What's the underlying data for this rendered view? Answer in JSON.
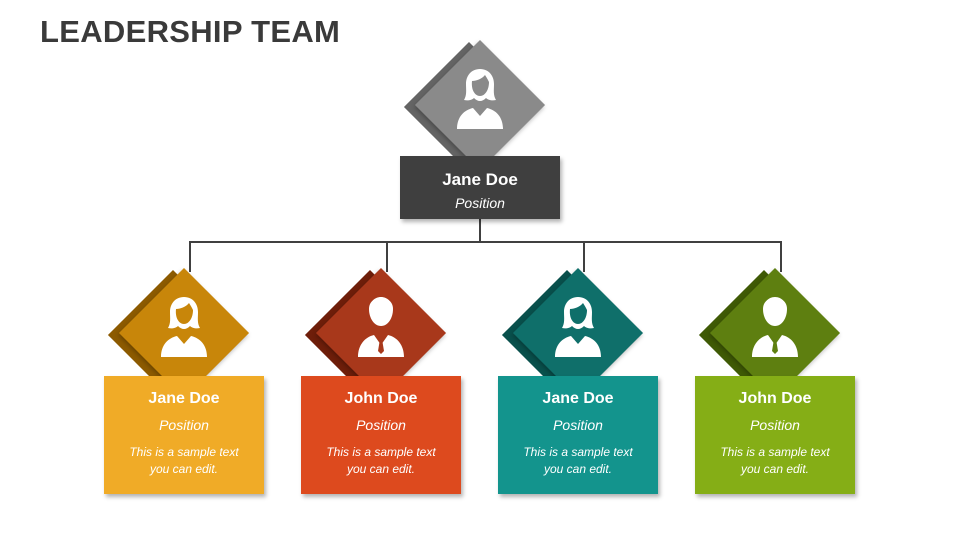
{
  "title": "LEADERSHIP TEAM",
  "top": {
    "name": "Jane Doe",
    "position": "Position",
    "gender": "female",
    "colors": {
      "diamond": "#8a8a8a",
      "shadow": "#646464",
      "box": "#3f3f3f"
    }
  },
  "members": [
    {
      "name": "Jane Doe",
      "position": "Position",
      "desc_line1": "This is a sample text",
      "desc_line2": "you can edit.",
      "gender": "female",
      "colors": {
        "diamond": "#c8860a",
        "shadow": "#8c5a00",
        "box": "#f0ab27"
      }
    },
    {
      "name": "John Doe",
      "position": "Position",
      "desc_line1": "This is a sample text",
      "desc_line2": "you can edit.",
      "gender": "male",
      "colors": {
        "diamond": "#a8381b",
        "shadow": "#6e1e0a",
        "box": "#dd4a1e"
      }
    },
    {
      "name": "Jane Doe",
      "position": "Position",
      "desc_line1": "This is a sample text",
      "desc_line2": "you can edit.",
      "gender": "female",
      "colors": {
        "diamond": "#0f6f6a",
        "shadow": "#09504c",
        "box": "#13948d"
      }
    },
    {
      "name": "John Doe",
      "position": "Position",
      "desc_line1": "This is a sample text",
      "desc_line2": "you can edit.",
      "gender": "male",
      "colors": {
        "diamond": "#5e7f10",
        "shadow": "#3f5a05",
        "box": "#85ae16"
      }
    }
  ]
}
